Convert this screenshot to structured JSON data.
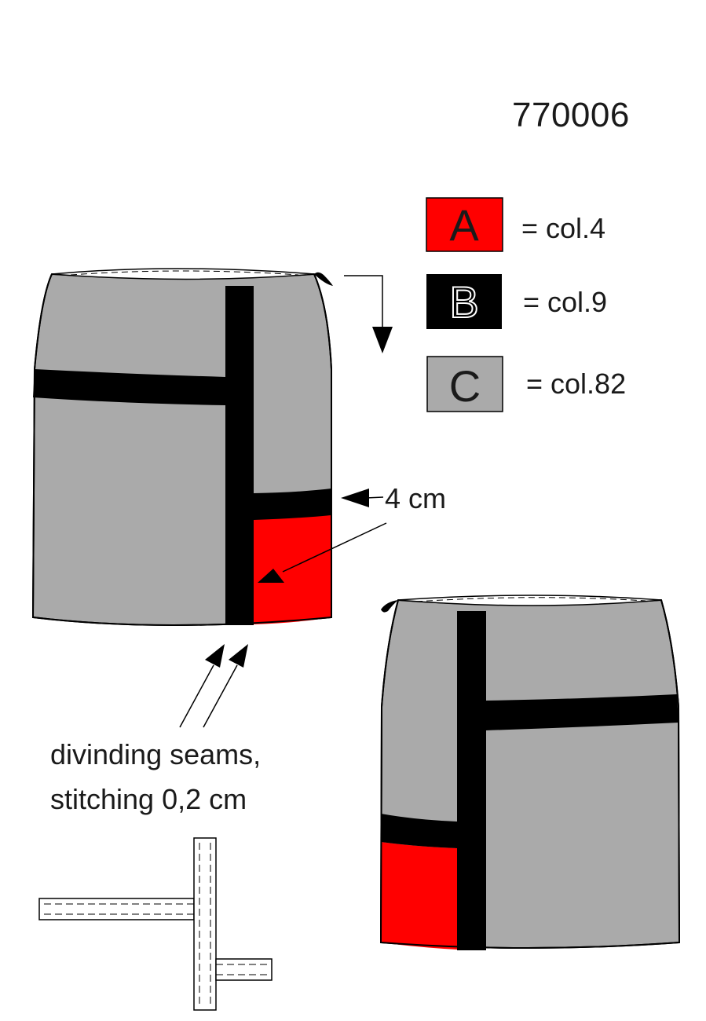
{
  "header": {
    "model_number": "770006"
  },
  "legend": [
    {
      "letter": "A",
      "color_name": "red",
      "color": "#ff0000",
      "label": "= col.4"
    },
    {
      "letter": "B",
      "color_name": "black",
      "color": "#000000",
      "label": "= col.9"
    },
    {
      "letter": "C",
      "color_name": "gray",
      "color": "#aaaaaa",
      "label": "= col.82"
    }
  ],
  "annotations": {
    "measure": "4 cm",
    "seam_note_line1": "divinding seams,",
    "seam_note_line2": "stitching 0,2 cm"
  }
}
